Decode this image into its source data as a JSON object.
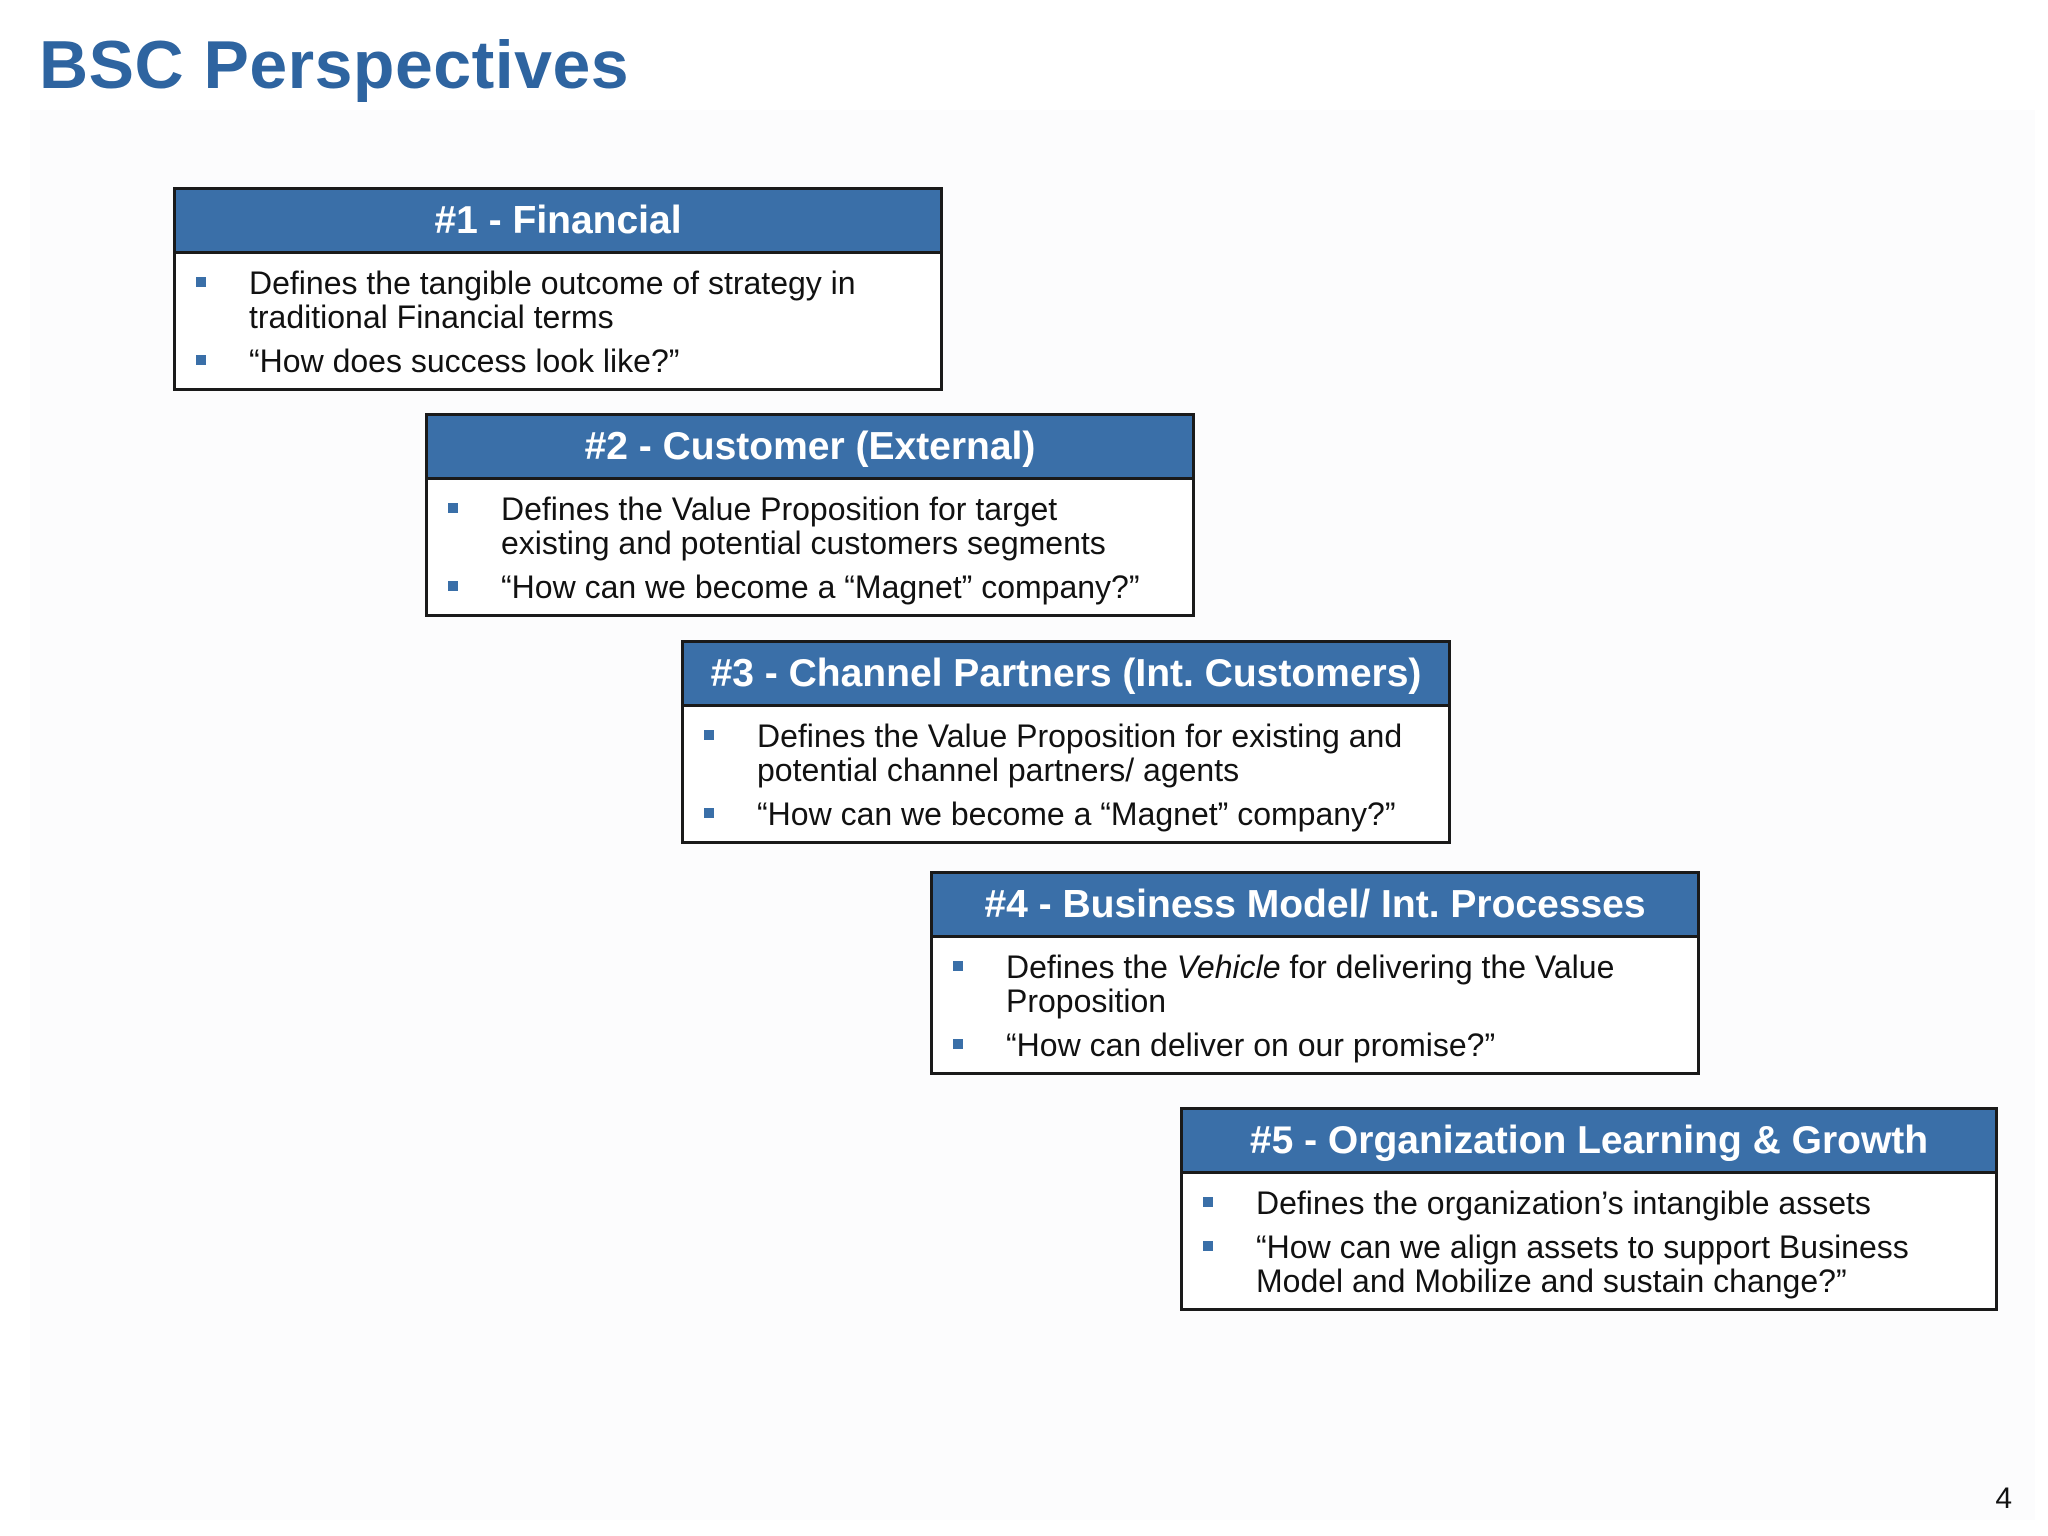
{
  "slide": {
    "title": "BSC Perspectives",
    "page_number": "4"
  },
  "perspectives": [
    {
      "title": "#1 - Financial",
      "bullets": [
        "Defines the tangible outcome of strategy in traditional Financial terms",
        "“How does success look like?”"
      ]
    },
    {
      "title": "#2 - Customer (External)",
      "bullets": [
        "Defines the Value Proposition for target existing and potential customers segments",
        "“How can we become a “Magnet” company?”"
      ]
    },
    {
      "title": "#3 - Channel Partners (Int. Customers)",
      "bullets": [
        "Defines the Value Proposition for existing and potential channel partners/ agents",
        "“How can we become a “Magnet” company?”"
      ]
    },
    {
      "title": "#4 - Business Model/ Int. Processes",
      "bullets": [
        {
          "before": "Defines the ",
          "emphasis": "Vehicle",
          "after": " for delivering the Value Proposition"
        },
        "“How can deliver on our promise?”"
      ]
    },
    {
      "title": "#5 - Organization Learning & Growth",
      "bullets": [
        "Defines the organization’s intangible assets",
        "“How can we align assets to support Business Model and Mobilize and sustain change?”"
      ]
    }
  ],
  "colors": {
    "title_blue": "#2e64a0",
    "header_blue": "#3a6fa8",
    "bullet_blue": "#3a6fa8",
    "border": "#1a1a1a"
  }
}
